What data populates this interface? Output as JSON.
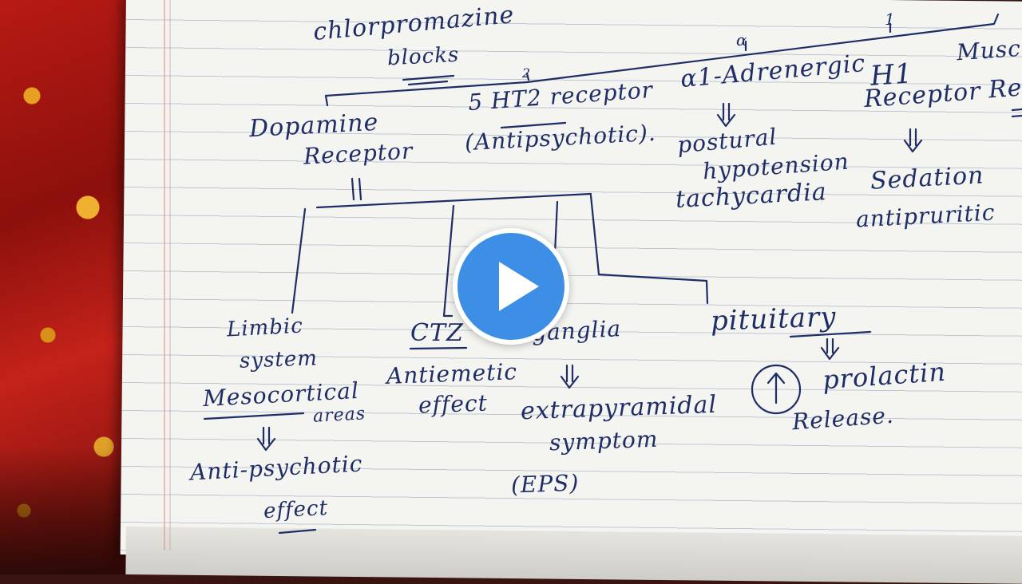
{
  "notes": {
    "heading": "chlorpromazine",
    "blocks": "blocks",
    "num_2": "2",
    "num_a": "α",
    "num_1": "1",
    "r_dopamine_1": "Dopamine",
    "r_dopamine_2": "Receptor",
    "r_5ht2": "5 HT2 receptor",
    "r_5ht2_note": "(Antipsychotic).",
    "r_alpha": "α1-Adrenergic",
    "r_alpha_e1": "postural",
    "r_alpha_e2": "hypotension",
    "r_alpha_e3": "tachycardia",
    "r_h1_1": "H1",
    "r_h1_2": "Receptor",
    "r_h1_e1": "Sedation",
    "r_h1_e2": "antipruritic",
    "r_musc_1": "Musca",
    "r_musc_2": "Re",
    "b_limbic_1": "Limbic",
    "b_limbic_2": "system",
    "b_limbic_3": "Mesocortical",
    "b_limbic_4": "areas",
    "b_limbic_e1": "Anti-psychotic",
    "b_limbic_e2": "effect",
    "b_ctz": "CTZ",
    "b_ctz_e1": "Antiemetic",
    "b_ctz_e2": "effect",
    "b_basal": "ganglia",
    "b_basal_e1": "extrapyramidal",
    "b_basal_e2": "symptom",
    "b_basal_e3": "(EPS)",
    "b_pit": "pituitary",
    "b_pit_e1": "prolactin",
    "b_pit_e2": "Release."
  },
  "colors": {
    "ink": "#1f2d66",
    "play": "#3d8fe6",
    "paper": "#f4f4f0"
  },
  "player": {
    "icon": "play-icon"
  }
}
